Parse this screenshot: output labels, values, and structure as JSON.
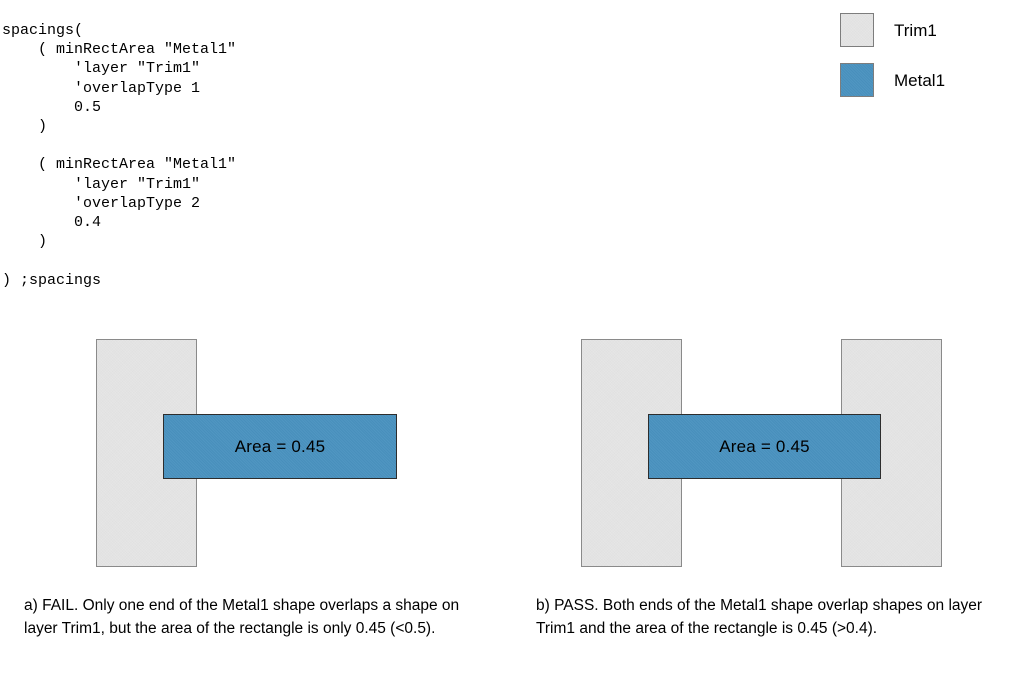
{
  "code": {
    "name": "spacings-rule-definition",
    "text": "spacings(\n    ( minRectArea \"Metal1\"\n        'layer \"Trim1\"\n        'overlapType 1\n        0.5\n    )\n\n    ( minRectArea \"Metal1\"\n        'layer \"Trim1\"\n        'overlapType 2\n        0.4\n    )\n\n) ;spacings"
  },
  "legend": {
    "items": [
      {
        "label": "Trim1",
        "color": "#e6e6e6",
        "swatch_name": "trim1-swatch"
      },
      {
        "label": "Metal1",
        "color": "#4a92c0",
        "swatch_name": "metal1-swatch"
      }
    ]
  },
  "figures": [
    {
      "id": "a",
      "caption": "a) FAIL. Only one end of the Metal1 shape overlaps a shape on layer Trim1, but the area of the rectangle is only 0.45 (<0.5).",
      "result": "FAIL",
      "metal_label": "Area = 0.45",
      "area": 0.45,
      "threshold": 0.5,
      "overlap_type": 1,
      "trim_shape_count": 1
    },
    {
      "id": "b",
      "caption": "b) PASS. Both ends of the Metal1 shape overlap shapes on layer Trim1 and the area of the rectangle is 0.45 (>0.4).",
      "result": "PASS",
      "metal_label": "Area = 0.45",
      "area": 0.45,
      "threshold": 0.4,
      "overlap_type": 2,
      "trim_shape_count": 2
    }
  ],
  "colors": {
    "trim_fill": "#e6e6e6",
    "trim_border": "#8a8a8a",
    "metal_fill": "#4a92c0",
    "metal_border": "#2d2d2d",
    "background": "#ffffff"
  }
}
